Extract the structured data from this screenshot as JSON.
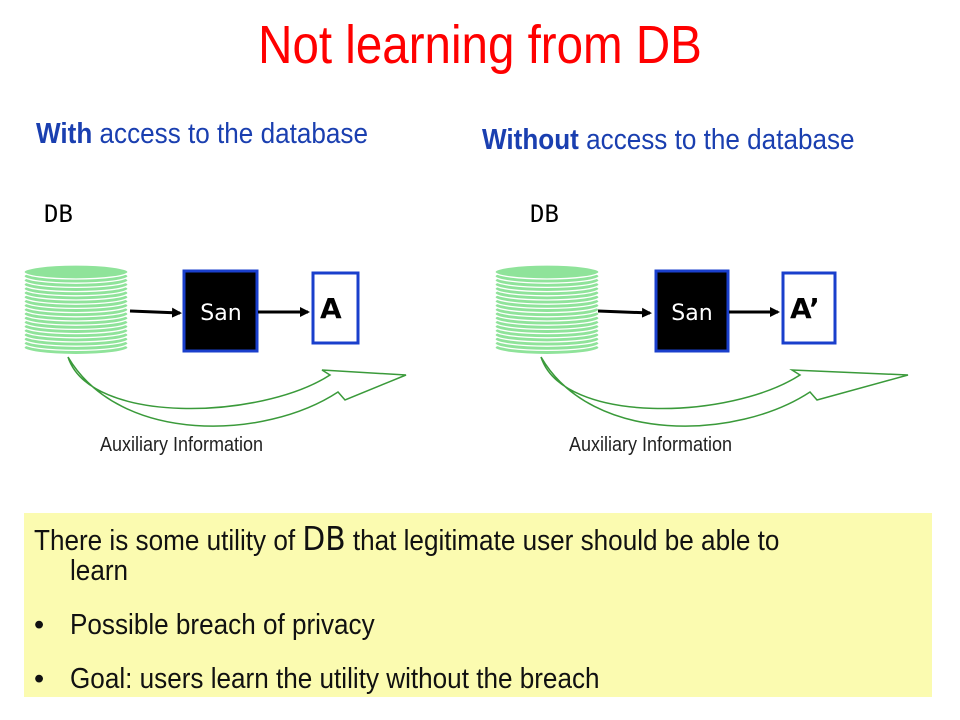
{
  "title": "Not learning from DB",
  "left_panel": {
    "heading_bold": "With",
    "heading_rest": " access to the database",
    "db_label": "DB",
    "sanitizer_label": "San",
    "output_label": "A",
    "aux_label": "Auxiliary Information"
  },
  "right_panel": {
    "heading_bold": "Without",
    "heading_rest": " access to the database",
    "db_label": "DB",
    "sanitizer_label": "San",
    "output_label": "A’",
    "aux_label": "Auxiliary Information"
  },
  "notes": {
    "line1_pre": "There is some utility of ",
    "line1_db": "DB",
    "line1_post": " that legitimate user should be able to",
    "line1_cont": "learn",
    "bullets": [
      "Possible  breach of privacy",
      "Goal: users learn the utility without the breach"
    ]
  },
  "colors": {
    "title": "#ff0000",
    "heading": "#1a3fb0",
    "db_disk": "#8fe39a",
    "sanitizer_fill": "#000000",
    "box_border": "#1a3fcc",
    "note_bg": "#fbfbb0"
  }
}
